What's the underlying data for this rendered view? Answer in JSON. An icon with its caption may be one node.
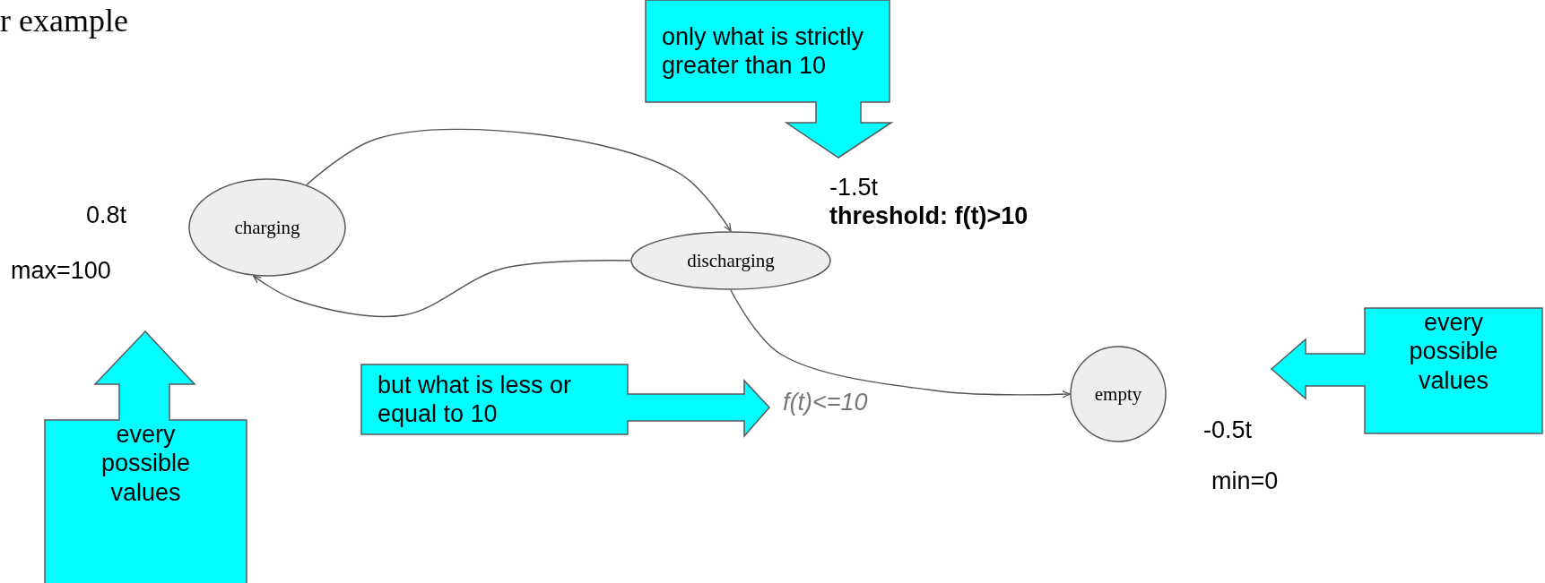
{
  "diagram": {
    "title": "r example",
    "nodes": [
      {
        "text": [
          "charging"
        ]
      },
      {
        "text": [
          "discharging"
        ]
      },
      {
        "text": [
          "empty"
        ]
      },
      {
        "text": [
          "only what is strictly greater than 10"
        ]
      },
      {
        "text": [
          "but what is less or equal to 10"
        ]
      },
      {
        "text": [
          "every possible values"
        ]
      },
      {
        "text": [
          "every possible values"
        ]
      }
    ],
    "edges": [
      {
        "from": 0,
        "to": 1,
        "arrow": "to"
      },
      {
        "from": 1,
        "to": 0,
        "arrow": "to"
      },
      {
        "from": 1,
        "to": 2,
        "arrow": "to"
      }
    ],
    "labels": [
      "0.8t",
      "max=100",
      "-1.5t",
      "threshold: f(t)>10",
      "f(t)<=10",
      "-0.5t",
      "min=0"
    ]
  }
}
